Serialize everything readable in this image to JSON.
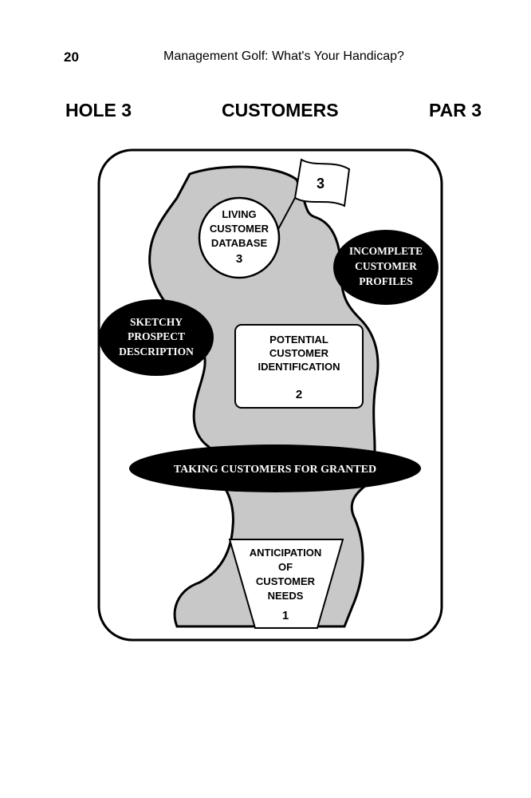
{
  "header": {
    "page_number": "20",
    "running_title": "Management Golf: What's Your Handicap?"
  },
  "hole_bar": {
    "hole": "HOLE 3",
    "topic": "CUSTOMERS",
    "par": "PAR 3"
  },
  "diagram": {
    "flag": {
      "number": "3"
    },
    "circle_goal": {
      "line1": "LIVING",
      "line2": "CUSTOMER",
      "line3": "DATABASE",
      "number": "3"
    },
    "hazard_profiles": {
      "line1": "INCOMPLETE",
      "line2": "CUSTOMER",
      "line3": "PROFILES"
    },
    "hazard_sketchy": {
      "line1": "SKETCHY",
      "line2": "PROSPECT",
      "line3": "DESCRIPTION"
    },
    "box_potential": {
      "line1": "POTENTIAL",
      "line2": "CUSTOMER",
      "line3": "IDENTIFICATION",
      "number": "2"
    },
    "hazard_granted": {
      "label": "TAKING CUSTOMERS FOR GRANTED"
    },
    "tee": {
      "line1": "ANTICIPATION",
      "line2": "OF",
      "line3": "CUSTOMER",
      "line4": "NEEDS",
      "number": "1"
    }
  }
}
